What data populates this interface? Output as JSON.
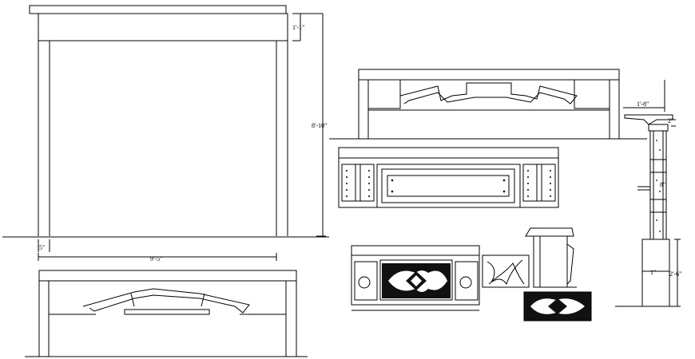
{
  "drawing": {
    "dims": {
      "d_1_1": "1'-1\"",
      "d_8_10": "8'-10\"",
      "d_5": "5\"",
      "d_9_5": "9'-5\"",
      "d_1_8": "1'-8\"",
      "d_2": "2\"",
      "d_8": "8\"",
      "d_1": "1\"",
      "d_2_6": "2'-6\""
    }
  }
}
